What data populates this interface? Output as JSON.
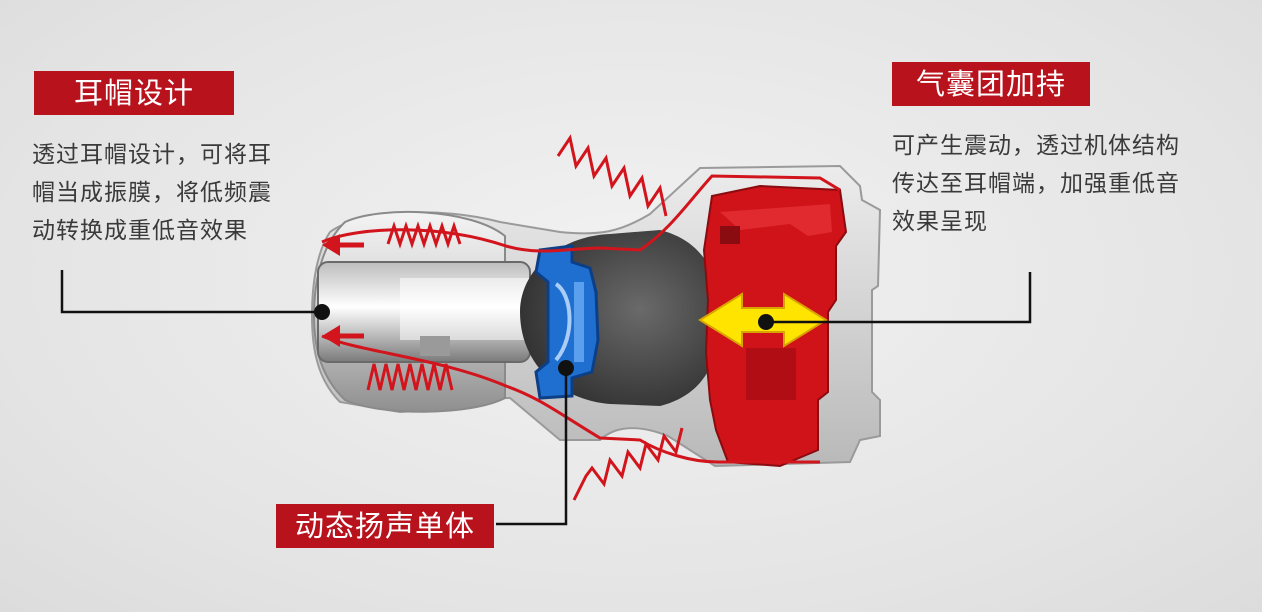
{
  "labels": {
    "ear_cap": {
      "title": "耳帽设计",
      "lines": [
        "透过耳帽设计，可将耳",
        "帽当成振膜，将低频震",
        "动转换成重低音效果"
      ]
    },
    "airbag": {
      "title": "气囊团加持",
      "lines": [
        "可产生震动，透过机体结构",
        "传达至耳帽端，加强重低音",
        "效果呈现"
      ]
    },
    "driver": {
      "title": "动态扬声单体"
    }
  },
  "colors": {
    "tag_bg": "#b8121c",
    "chamber_red": "#d01219",
    "driver_blue": "#1f6fd1",
    "arrow_yellow": "#ffe400",
    "spring_red": "#d2141c"
  },
  "icons": {
    "vibration": "spring-coil-icon",
    "direction": "double-arrow-icon"
  }
}
